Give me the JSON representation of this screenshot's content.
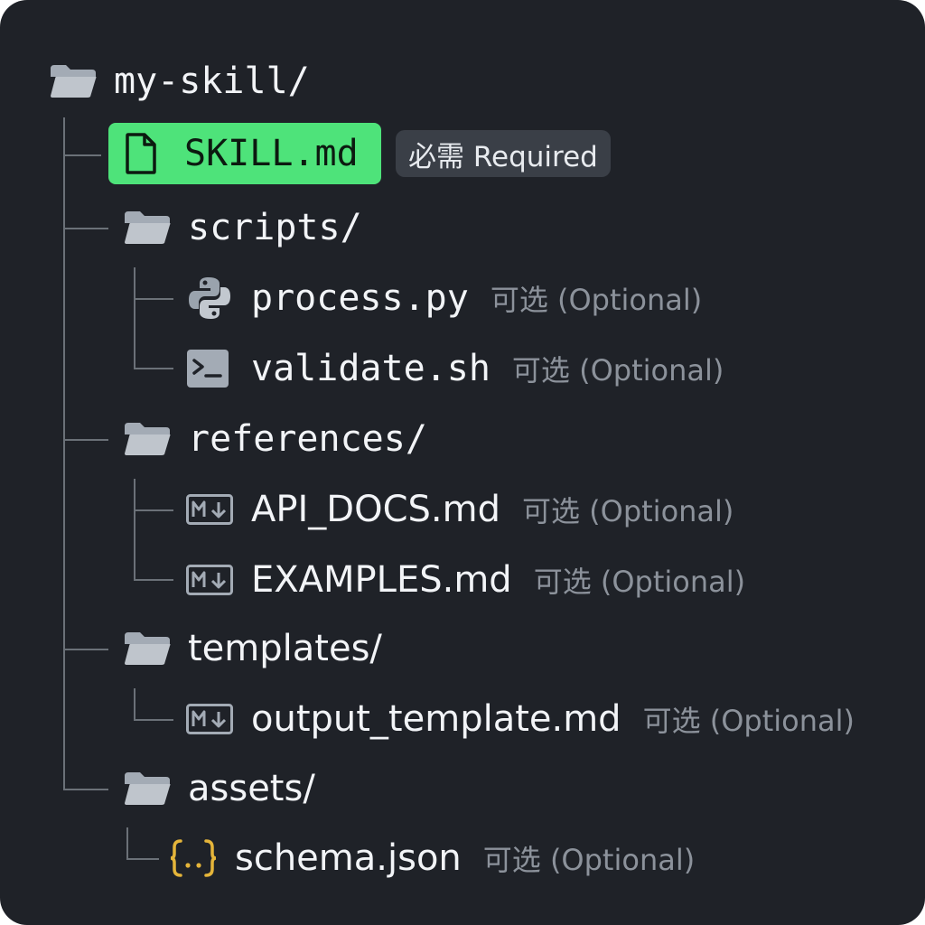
{
  "colors": {
    "background": "#1f2228",
    "highlight": "#4ee37a",
    "folder_icon": "#a3abb5",
    "tree_line": "#6b7178",
    "json_icon": "#e5b53a"
  },
  "root": {
    "name": "my-skill/",
    "icon": "folder-icon"
  },
  "skill_file": {
    "name": "SKILL.md",
    "icon": "file-icon",
    "badge": "必需 Required"
  },
  "optional_tag": "可选 (Optional)",
  "folders": [
    {
      "name": "scripts/",
      "files": [
        {
          "name": "process.py",
          "icon": "python-icon"
        },
        {
          "name": "validate.sh",
          "icon": "terminal-icon"
        }
      ]
    },
    {
      "name": "references/",
      "files": [
        {
          "name": "API_DOCS.md",
          "icon": "markdown-icon"
        },
        {
          "name": "EXAMPLES.md",
          "icon": "markdown-icon"
        }
      ]
    },
    {
      "name": "templates/",
      "files": [
        {
          "name": "output_template.md",
          "icon": "markdown-icon"
        }
      ]
    },
    {
      "name": "assets/",
      "files": [
        {
          "name": "schema.json",
          "icon": "json-icon"
        }
      ]
    }
  ]
}
